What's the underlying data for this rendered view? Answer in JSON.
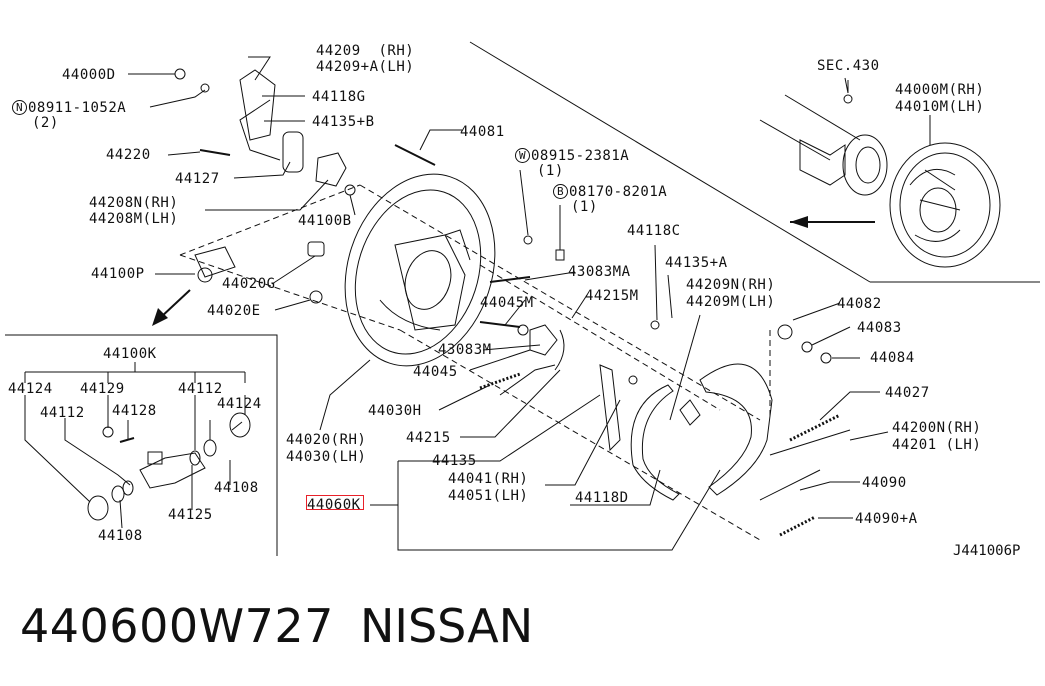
{
  "diagram": {
    "labels": {
      "l44209": "44209  (RH)",
      "l44209a": "44209+A(LH)",
      "l44000d": "44000D",
      "n_num": "08911-1052A",
      "n_qty": "(2)",
      "l44118g": "44118G",
      "l44135b": "44135+B",
      "l44081": "44081",
      "l44220": "44220",
      "l44127": "44127",
      "w_num": "08915-2381A",
      "w_qty": "(1)",
      "b_num": "08170-8201A",
      "b_qty": "(1)",
      "l44208n": "44208N(RH)",
      "l44208m": "44208M(LH)",
      "l44100b": "44100B",
      "l44118c": "44118C",
      "l43083ma": "43083MA",
      "l44100p": "44100P",
      "l44020g": "44020G",
      "l44135a": "44135+A",
      "l44045m": "44045M",
      "l44215m": "44215M",
      "l44209n": "44209N(RH)",
      "l44209m": "44209M(LH)",
      "l44082": "44082",
      "l44020e": "44020E",
      "l44083": "44083",
      "l43083m": "43083M",
      "l44084": "44084",
      "l44045": "44045",
      "l44027": "44027",
      "l44030h": "44030H",
      "l44215": "44215",
      "l44020rh": "44020(RH)",
      "l44030lh": "44030(LH)",
      "l44200n": "44200N(RH)",
      "l44201": "44201 (LH)",
      "l44135": "44135",
      "l44041": "44041(RH)",
      "l44051": "44051(LH)",
      "l44090": "44090",
      "l44060k": "44060K",
      "l44118d": "44118D",
      "l44090a": "44090+A",
      "sec430": "SEC.430",
      "l44000m": "44000M(RH)",
      "l44010m": "44010M(LH)",
      "l44100k": "44100K",
      "i44124a": "44124",
      "i44129": "44129",
      "i44112a": "44112",
      "i44124b": "44124",
      "i44112b": "44112",
      "i44128": "44128",
      "i44108a": "44108",
      "i44125": "44125",
      "i44108b": "44108"
    },
    "symbols": {
      "n": "N",
      "w": "W",
      "b": "B"
    },
    "ref_code": "J441006P"
  },
  "footer": {
    "part_number": "440600W727",
    "brand": "NISSAN"
  },
  "colors": {
    "highlight": "#e8212a",
    "ink": "#111111"
  }
}
